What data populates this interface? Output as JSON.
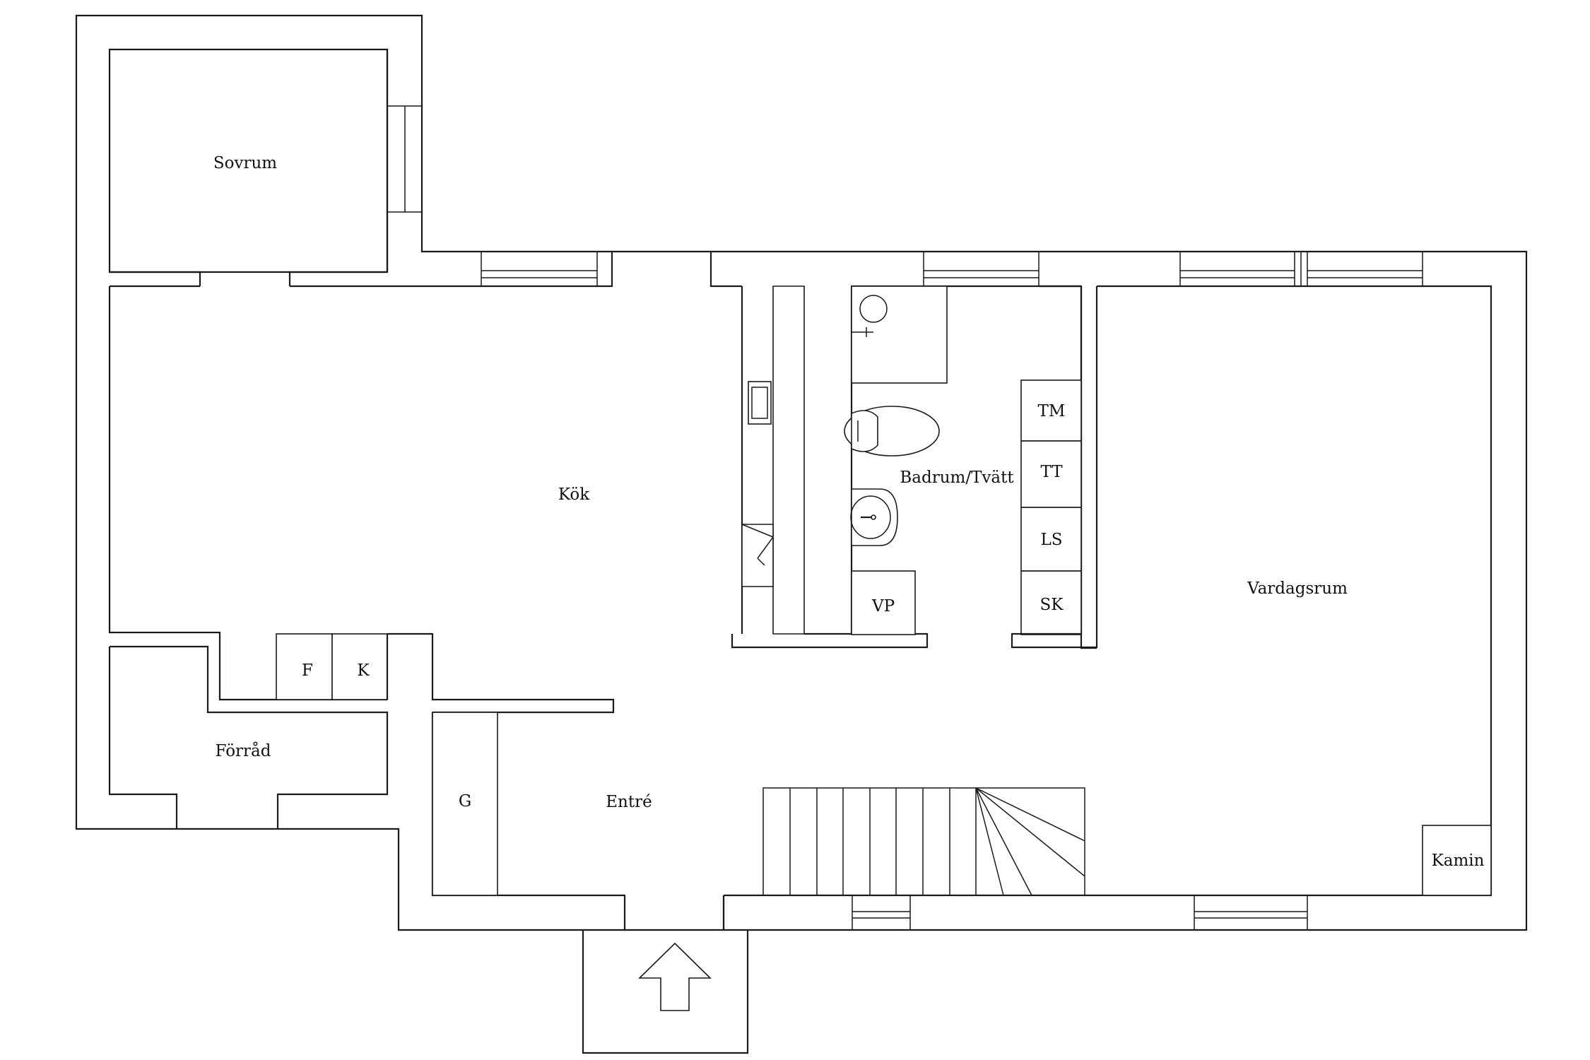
{
  "rooms": {
    "sovrum": "Sovrum",
    "kok": "Kök",
    "badrum": "Badrum/Tvätt",
    "vardagsrum": "Vardagsrum",
    "forrad": "Förråd",
    "entre": "Entré"
  },
  "fixtures": {
    "tm": "TM",
    "tt": "TT",
    "ls": "LS",
    "sk": "SK",
    "vp": "VP",
    "f": "F",
    "k": "K",
    "g": "G",
    "kamin": "Kamin"
  },
  "icons": {
    "entrance": "up-arrow-icon",
    "stairs": "staircase-icon"
  }
}
